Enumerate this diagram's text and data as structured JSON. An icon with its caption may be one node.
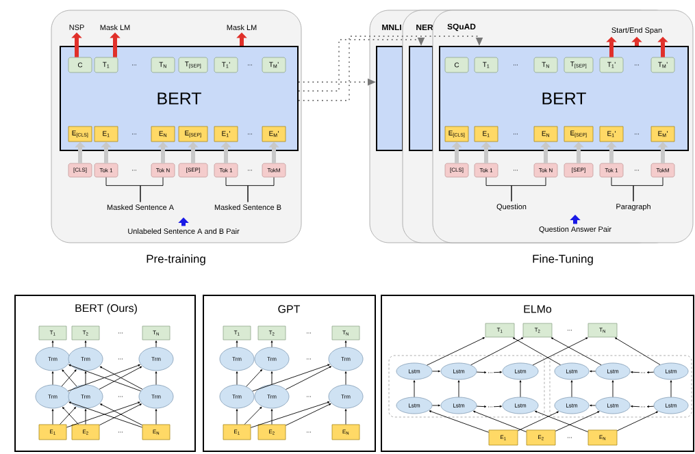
{
  "diagram": {
    "nodes": [
      {
        "text": [
          "Pre-training"
        ]
      },
      {
        "text": [
          "BERT"
        ],
        "in": 0
      },
      {
        "text": [
          "C"
        ],
        "in": 1
      },
      {
        "text": [
          "T$_{1}$"
        ],
        "in": 1
      },
      {
        "text": [
          "T$_{N}$"
        ],
        "in": 1
      },
      {
        "text": [
          "T$_{[SEP]}$"
        ],
        "in": 1
      },
      {
        "text": [
          "T$_{1}$'"
        ],
        "in": 1
      },
      {
        "text": [
          "T$_{M}$'"
        ],
        "in": 1
      },
      {
        "text": [
          "E$_{[CLS]}$"
        ],
        "in": 1
      },
      {
        "text": [
          "E$_{1}$"
        ],
        "in": 1
      },
      {
        "text": [
          "E$_{N}$"
        ],
        "in": 1
      },
      {
        "text": [
          "E$_{[SEP]}$"
        ],
        "in": 1
      },
      {
        "text": [
          "E$_{1}$'"
        ],
        "in": 1
      },
      {
        "text": [
          "E$_{M}$'"
        ],
        "in": 1
      },
      {
        "text": [
          "[CLS]"
        ],
        "in": 0
      },
      {
        "text": [
          "Tok 1"
        ],
        "in": 0
      },
      {
        "text": [
          "Tok N"
        ],
        "in": 0
      },
      {
        "text": [
          "[SEP]"
        ],
        "in": 0
      },
      {
        "text": [
          "Tok 1"
        ],
        "in": 0
      },
      {
        "text": [
          "TokM"
        ],
        "in": 0
      },
      {
        "text": [
          "NSP"
        ],
        "in": 0
      },
      {
        "text": [
          "Mask LM"
        ],
        "in": 0
      },
      {
        "text": [
          "Mask LM"
        ],
        "in": 0
      },
      {
        "text": [
          "Masked Sentence A"
        ],
        "in": 0
      },
      {
        "text": [
          "Masked Sentence B"
        ],
        "in": 0
      },
      {
        "text": [
          "Unlabeled Sentence A and B Pair"
        ],
        "in": 0
      },
      {
        "text": [
          "MNLI"
        ]
      },
      {
        "text": [],
        "shape": "box",
        "in": 26
      },
      {
        "text": [
          "NER"
        ]
      },
      {
        "text": [],
        "shape": "box",
        "in": 28
      },
      {
        "text": [
          "SQuAD"
        ]
      },
      {
        "text": [
          "BERT"
        ],
        "in": 30
      },
      {
        "text": [
          "C"
        ],
        "in": 31
      },
      {
        "text": [
          "T$_{1}$"
        ],
        "in": 31
      },
      {
        "text": [
          "T$_{N}$"
        ],
        "in": 31
      },
      {
        "text": [
          "T$_{[SEP]}$"
        ],
        "in": 31
      },
      {
        "text": [
          "T$_{1}$'"
        ],
        "in": 31
      },
      {
        "text": [
          "T$_{M}$'"
        ],
        "in": 31
      },
      {
        "text": [
          "E$_{[CLS]}$"
        ],
        "in": 31
      },
      {
        "text": [
          "E$_{1}$"
        ],
        "in": 31
      },
      {
        "text": [
          "E$_{N}$"
        ],
        "in": 31
      },
      {
        "text": [
          "E$_{[SEP]}$"
        ],
        "in": 31
      },
      {
        "text": [
          "E$_{1}$'"
        ],
        "in": 31
      },
      {
        "text": [
          "E$_{M}$'"
        ],
        "in": 31
      },
      {
        "text": [
          "[CLS]"
        ],
        "in": 30
      },
      {
        "text": [
          "Tok 1"
        ],
        "in": 30
      },
      {
        "text": [
          "Tok N"
        ],
        "in": 30
      },
      {
        "text": [
          "[SEP]"
        ],
        "in": 30
      },
      {
        "text": [
          "Tok 1"
        ],
        "in": 30
      },
      {
        "text": [
          "TokM"
        ],
        "in": 30
      },
      {
        "text": [
          "Start/End Span"
        ],
        "in": 30
      },
      {
        "text": [
          "Question"
        ],
        "in": 30
      },
      {
        "text": [
          "Paragraph"
        ],
        "in": 30
      },
      {
        "text": [
          "Question Answer Pair"
        ],
        "in": 30
      },
      {
        "text": [
          "BERT (Ours)"
        ]
      },
      {
        "text": [
          "T$_{1}$"
        ],
        "in": 54
      },
      {
        "text": [
          "T$_{2}$"
        ],
        "in": 54
      },
      {
        "text": [
          "T$_{N}$"
        ],
        "in": 54
      },
      {
        "text": [
          "Trm"
        ],
        "in": 54
      },
      {
        "text": [
          "Trm"
        ],
        "in": 54
      },
      {
        "text": [
          "Trm"
        ],
        "in": 54
      },
      {
        "text": [
          "Trm"
        ],
        "in": 54
      },
      {
        "text": [
          "Trm"
        ],
        "in": 54
      },
      {
        "text": [
          "Trm"
        ],
        "in": 54
      },
      {
        "text": [
          "E$_{1}$"
        ],
        "in": 54
      },
      {
        "text": [
          "E$_{2}$"
        ],
        "in": 54
      },
      {
        "text": [
          "E$_{N}$"
        ],
        "in": 54
      },
      {
        "text": [
          "GPT"
        ]
      },
      {
        "text": [
          "T$_{1}$"
        ],
        "in": 67
      },
      {
        "text": [
          "T$_{2}$"
        ],
        "in": 67
      },
      {
        "text": [
          "T$_{N}$"
        ],
        "in": 67
      },
      {
        "text": [
          "Trm"
        ],
        "in": 67
      },
      {
        "text": [
          "Trm"
        ],
        "in": 67
      },
      {
        "text": [
          "Trm"
        ],
        "in": 67
      },
      {
        "text": [
          "Trm"
        ],
        "in": 67
      },
      {
        "text": [
          "Trm"
        ],
        "in": 67
      },
      {
        "text": [
          "Trm"
        ],
        "in": 67
      },
      {
        "text": [
          "E$_{1}$"
        ],
        "in": 67
      },
      {
        "text": [
          "E$_{2}$"
        ],
        "in": 67
      },
      {
        "text": [
          "E$_{N}$"
        ],
        "in": 67
      },
      {
        "text": [
          "ELMo"
        ]
      },
      {
        "text": [
          "T$_{1}$"
        ],
        "in": 80
      },
      {
        "text": [
          "T$_{2}$"
        ],
        "in": 80
      },
      {
        "text": [
          "T$_{N}$"
        ],
        "in": 80
      },
      {
        "text": [],
        "shape": "box",
        "in": 80
      },
      {
        "text": [
          "Lstm"
        ],
        "in": 84
      },
      {
        "text": [
          "Lstm"
        ],
        "in": 84
      },
      {
        "text": [
          "Lstm"
        ],
        "in": 84
      },
      {
        "text": [
          "Lstm"
        ],
        "in": 84
      },
      {
        "text": [
          "Lstm"
        ],
        "in": 84
      },
      {
        "text": [
          "Lstm"
        ],
        "in": 84
      },
      {
        "text": [],
        "shape": "box",
        "in": 80
      },
      {
        "text": [
          "Lstm"
        ],
        "in": 91
      },
      {
        "text": [
          "Lstm"
        ],
        "in": 91
      },
      {
        "text": [
          "Lstm"
        ],
        "in": 91
      },
      {
        "text": [
          "Lstm"
        ],
        "in": 91
      },
      {
        "text": [
          "Lstm"
        ],
        "in": 91
      },
      {
        "text": [
          "Lstm"
        ],
        "in": 91
      },
      {
        "text": [
          "E$_{1}$"
        ],
        "in": 80
      },
      {
        "text": [
          "E$_{2}$"
        ],
        "in": 80
      },
      {
        "text": [
          "E$_{N}$"
        ],
        "in": 80
      },
      {
        "text": [
          "..."
        ],
        "in": 84
      },
      {
        "text": [
          "..."
        ],
        "in": 84
      },
      {
        "text": [
          "..."
        ],
        "in": 91
      },
      {
        "text": [
          "..."
        ],
        "in": 91
      }
    ],
    "edges": [
      {
        "from": 14,
        "to": 8,
        "arrow": "to",
        "style": "thick",
        "color": "#c8c8c8"
      },
      {
        "from": 15,
        "to": 9,
        "arrow": "to",
        "style": "thick",
        "color": "#c8c8c8"
      },
      {
        "from": 16,
        "to": 10,
        "arrow": "to",
        "style": "thick",
        "color": "#c8c8c8"
      },
      {
        "from": 17,
        "to": 11,
        "arrow": "to",
        "style": "thick",
        "color": "#c8c8c8"
      },
      {
        "from": 18,
        "to": 12,
        "arrow": "to",
        "style": "thick",
        "color": "#c8c8c8"
      },
      {
        "from": 19,
        "to": 13,
        "arrow": "to",
        "style": "thick",
        "color": "#c8c8c8"
      },
      {
        "from": 2,
        "to": 20,
        "arrow": "to",
        "style": "thick",
        "color": "#e0302a"
      },
      {
        "from": 3,
        "to": 21,
        "arrow": "to",
        "style": "thick",
        "color": "#e0302a"
      },
      {
        "from": 1,
        "to": 22,
        "arrow": "to",
        "style": "thick",
        "color": "#e0302a"
      },
      {
        "from": 15,
        "to": 23,
        "arrow": "none"
      },
      {
        "from": 16,
        "to": 23,
        "arrow": "none"
      },
      {
        "from": 18,
        "to": 24,
        "arrow": "none"
      },
      {
        "from": 19,
        "to": 24,
        "arrow": "none"
      },
      {
        "from": 25,
        "to": null,
        "arrow": "to",
        "style": "thick",
        "color": "#1a1ae6"
      },
      {
        "from": 1,
        "to": 27,
        "arrow": "to",
        "style": "dashed",
        "color": "#777777"
      },
      {
        "from": 1,
        "to": 29,
        "arrow": "to",
        "style": "dashed",
        "color": "#777777"
      },
      {
        "from": 1,
        "to": 31,
        "arrow": "to",
        "style": "dashed",
        "color": "#777777"
      },
      {
        "from": 44,
        "to": 38,
        "arrow": "to",
        "style": "thick",
        "color": "#c8c8c8"
      },
      {
        "from": 45,
        "to": 39,
        "arrow": "to",
        "style": "thick",
        "color": "#c8c8c8"
      },
      {
        "from": 46,
        "to": 40,
        "arrow": "to",
        "style": "thick",
        "color": "#c8c8c8"
      },
      {
        "from": 47,
        "to": 41,
        "arrow": "to",
        "style": "thick",
        "color": "#c8c8c8"
      },
      {
        "from": 48,
        "to": 42,
        "arrow": "to",
        "style": "thick",
        "color": "#c8c8c8"
      },
      {
        "from": 49,
        "to": 43,
        "arrow": "to",
        "style": "thick",
        "color": "#c8c8c8"
      },
      {
        "from": 36,
        "to": 50,
        "arrow": "to",
        "style": "thick",
        "color": "#e0302a"
      },
      {
        "from": 31,
        "to": 50,
        "arrow": "to",
        "style": "thick",
        "color": "#e0302a"
      },
      {
        "from": 37,
        "to": 50,
        "arrow": "to",
        "style": "thick",
        "color": "#e0302a"
      },
      {
        "from": 45,
        "to": 51,
        "arrow": "none"
      },
      {
        "from": 46,
        "to": 51,
        "arrow": "none"
      },
      {
        "from": 48,
        "to": 52,
        "arrow": "none"
      },
      {
        "from": 49,
        "to": 52,
        "arrow": "none"
      },
      {
        "from": 53,
        "to": null,
        "arrow": "to",
        "style": "thick",
        "color": "#1a1ae6"
      },
      {
        "from": 64,
        "to": 61,
        "arrow": "to"
      },
      {
        "from": 64,
        "to": 62,
        "arrow": "to"
      },
      {
        "from": 64,
        "to": 63,
        "arrow": "to"
      },
      {
        "from": 65,
        "to": 61,
        "arrow": "to"
      },
      {
        "from": 65,
        "to": 62,
        "arrow": "to"
      },
      {
        "from": 65,
        "to": 63,
        "arrow": "to"
      },
      {
        "from": 66,
        "to": 61,
        "arrow": "to"
      },
      {
        "from": 66,
        "to": 62,
        "arrow": "to"
      },
      {
        "from": 66,
        "to": 63,
        "arrow": "to"
      },
      {
        "from": 61,
        "to": 58,
        "arrow": "to"
      },
      {
        "from": 61,
        "to": 59,
        "arrow": "to"
      },
      {
        "from": 61,
        "to": 60,
        "arrow": "to"
      },
      {
        "from": 62,
        "to": 58,
        "arrow": "to"
      },
      {
        "from": 62,
        "to": 59,
        "arrow": "to"
      },
      {
        "from": 62,
        "to": 60,
        "arrow": "to"
      },
      {
        "from": 63,
        "to": 58,
        "arrow": "to"
      },
      {
        "from": 63,
        "to": 59,
        "arrow": "to"
      },
      {
        "from": 63,
        "to": 60,
        "arrow": "to"
      },
      {
        "from": 58,
        "to": 55,
        "arrow": "to"
      },
      {
        "from": 59,
        "to": 56,
        "arrow": "to"
      },
      {
        "from": 60,
        "to": 57,
        "arrow": "to"
      },
      {
        "from": 77,
        "to": 74,
        "arrow": "to"
      },
      {
        "from": 77,
        "to": 75,
        "arrow": "to"
      },
      {
        "from": 77,
        "to": 76,
        "arrow": "to"
      },
      {
        "from": 78,
        "to": 75,
        "arrow": "to"
      },
      {
        "from": 78,
        "to": 76,
        "arrow": "to"
      },
      {
        "from": 79,
        "to": 76,
        "arrow": "to"
      },
      {
        "from": 74,
        "to": 71,
        "arrow": "to"
      },
      {
        "from": 74,
        "to": 72,
        "arrow": "to"
      },
      {
        "from": 74,
        "to": 73,
        "arrow": "to"
      },
      {
        "from": 75,
        "to": 72,
        "arrow": "to"
      },
      {
        "from": 75,
        "to": 73,
        "arrow": "to"
      },
      {
        "from": 76,
        "to": 73,
        "arrow": "to"
      },
      {
        "from": 71,
        "to": 68,
        "arrow": "to"
      },
      {
        "from": 72,
        "to": 69,
        "arrow": "to"
      },
      {
        "from": 73,
        "to": 70,
        "arrow": "to"
      },
      {
        "from": 98,
        "to": 88,
        "arrow": "to"
      },
      {
        "from": 98,
        "to": 95,
        "arrow": "to"
      },
      {
        "from": 99,
        "to": 89,
        "arrow": "to"
      },
      {
        "from": 99,
        "to": 96,
        "arrow": "to"
      },
      {
        "from": 100,
        "to": 90,
        "arrow": "to"
      },
      {
        "from": 100,
        "to": 97,
        "arrow": "to"
      },
      {
        "from": 88,
        "to": 85,
        "arrow": "to"
      },
      {
        "from": 89,
        "to": 86,
        "arrow": "to"
      },
      {
        "from": 90,
        "to": 87,
        "arrow": "to"
      },
      {
        "from": 95,
        "to": 92,
        "arrow": "to"
      },
      {
        "from": 96,
        "to": 93,
        "arrow": "to"
      },
      {
        "from": 97,
        "to": 94,
        "arrow": "to"
      },
      {
        "from": 85,
        "to": 86,
        "arrow": "to"
      },
      {
        "from": 86,
        "to": 101,
        "arrow": "to"
      },
      {
        "from": 101,
        "to": 87,
        "arrow": "to"
      },
      {
        "from": 88,
        "to": 89,
        "arrow": "to"
      },
      {
        "from": 89,
        "to": 102,
        "arrow": "to"
      },
      {
        "from": 102,
        "to": 90,
        "arrow": "to"
      },
      {
        "from": 93,
        "to": 92,
        "arrow": "to"
      },
      {
        "from": 103,
        "to": 93,
        "arrow": "to"
      },
      {
        "from": 94,
        "to": 103,
        "arrow": "to"
      },
      {
        "from": 96,
        "to": 95,
        "arrow": "to"
      },
      {
        "from": 104,
        "to": 96,
        "arrow": "to"
      },
      {
        "from": 97,
        "to": 104,
        "arrow": "to"
      },
      {
        "from": 85,
        "to": 81,
        "arrow": "to"
      },
      {
        "from": 86,
        "to": 82,
        "arrow": "to"
      },
      {
        "from": 87,
        "to": 83,
        "arrow": "to"
      },
      {
        "from": 92,
        "to": 81,
        "arrow": "to"
      },
      {
        "from": 93,
        "to": 82,
        "arrow": "to"
      },
      {
        "from": 94,
        "to": 83,
        "arrow": "to"
      }
    ],
    "labels": [
      "...",
      "...",
      "...",
      "...",
      "...",
      "...",
      "...",
      "...",
      "...",
      "...",
      "...",
      "...",
      "Fine-Tuning",
      "...",
      "...",
      "...",
      "...",
      "...",
      "...",
      "...",
      "...",
      "...",
      "..."
    ]
  }
}
